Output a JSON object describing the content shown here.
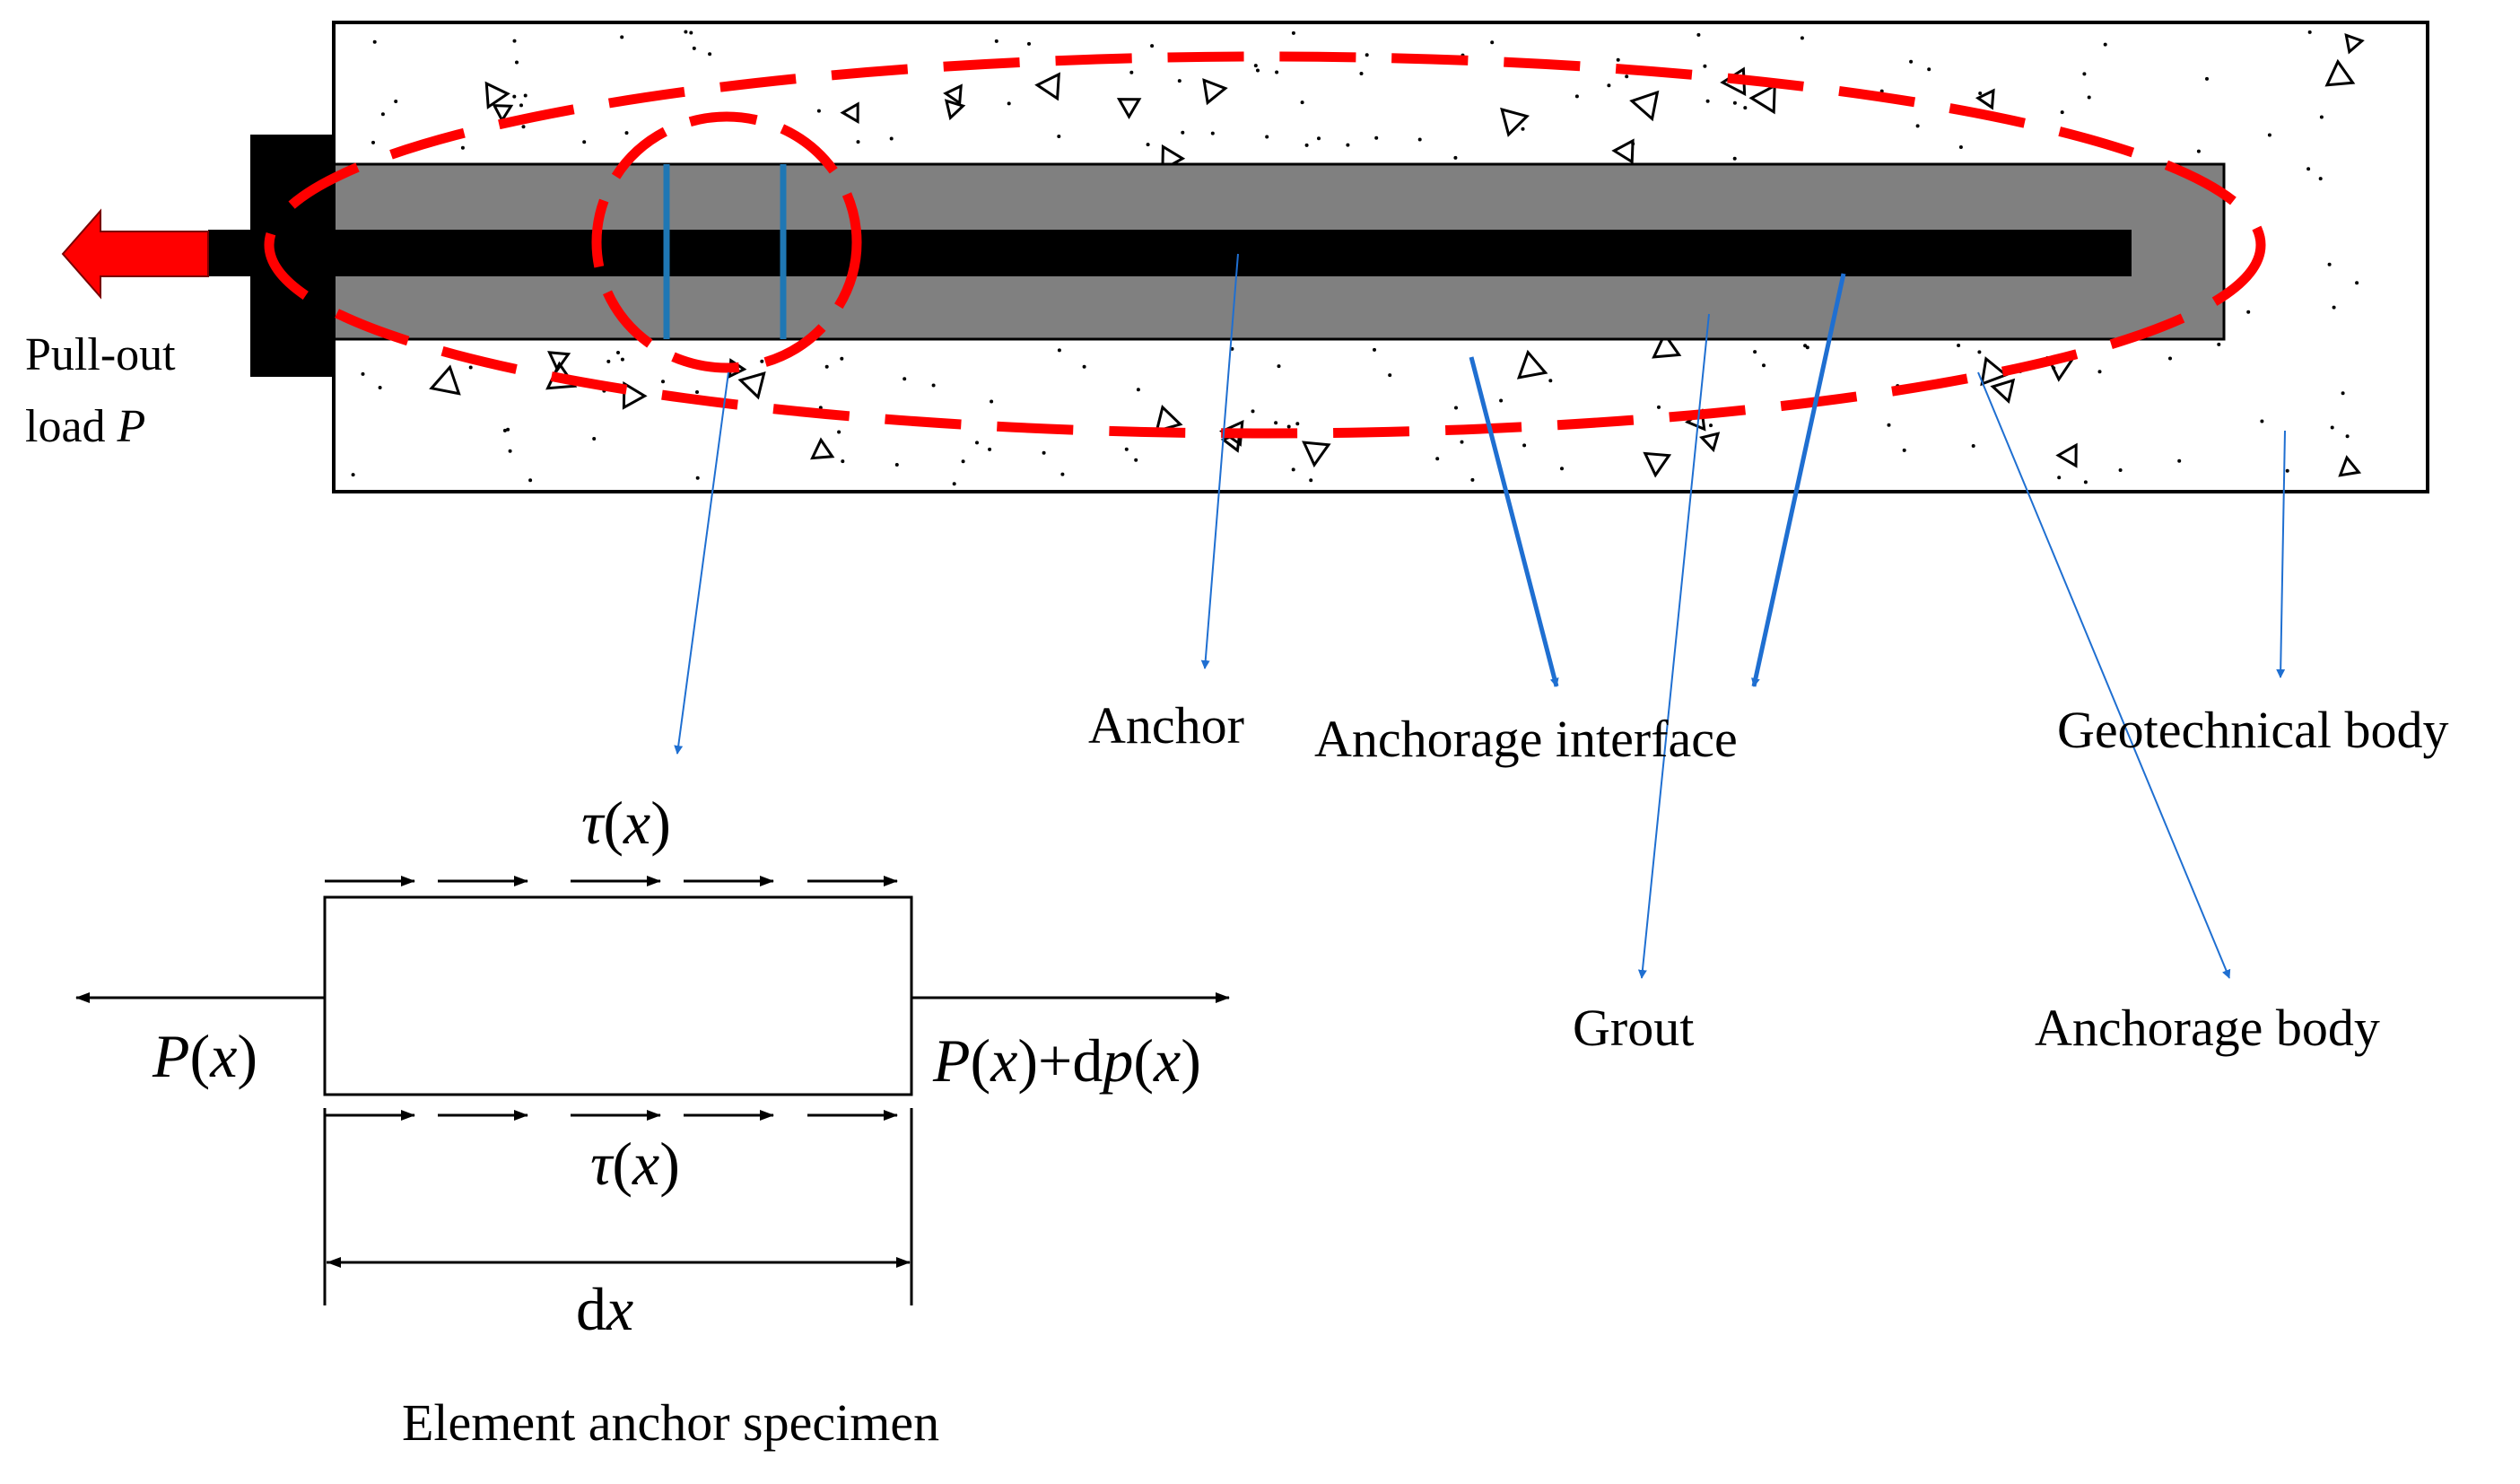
{
  "labels": {
    "pullout_line1": "Pull-out",
    "pullout_line2_prefix": "load ",
    "pullout_symbol": "P",
    "anchor": "Anchor",
    "anchorage_interface": "Anchorage interface",
    "geotechnical_body": "Geotechnical body",
    "grout": "Grout",
    "anchorage_body": "Anchorage body",
    "element_caption": "Element anchor specimen"
  },
  "element": {
    "tau_symbol": "τ",
    "x_symbol": "x",
    "p_symbol": "P",
    "dp_d": "d",
    "dp_p": "p",
    "dx_d": "d",
    "dx_x": "x"
  },
  "colors": {
    "load_arrow": "#ff0000",
    "dashed_ellipse": "#ff0000",
    "leader_line": "#1f6fd1",
    "grout": "#808080",
    "anchor": "#000000",
    "section_line": "#1f77b4"
  }
}
